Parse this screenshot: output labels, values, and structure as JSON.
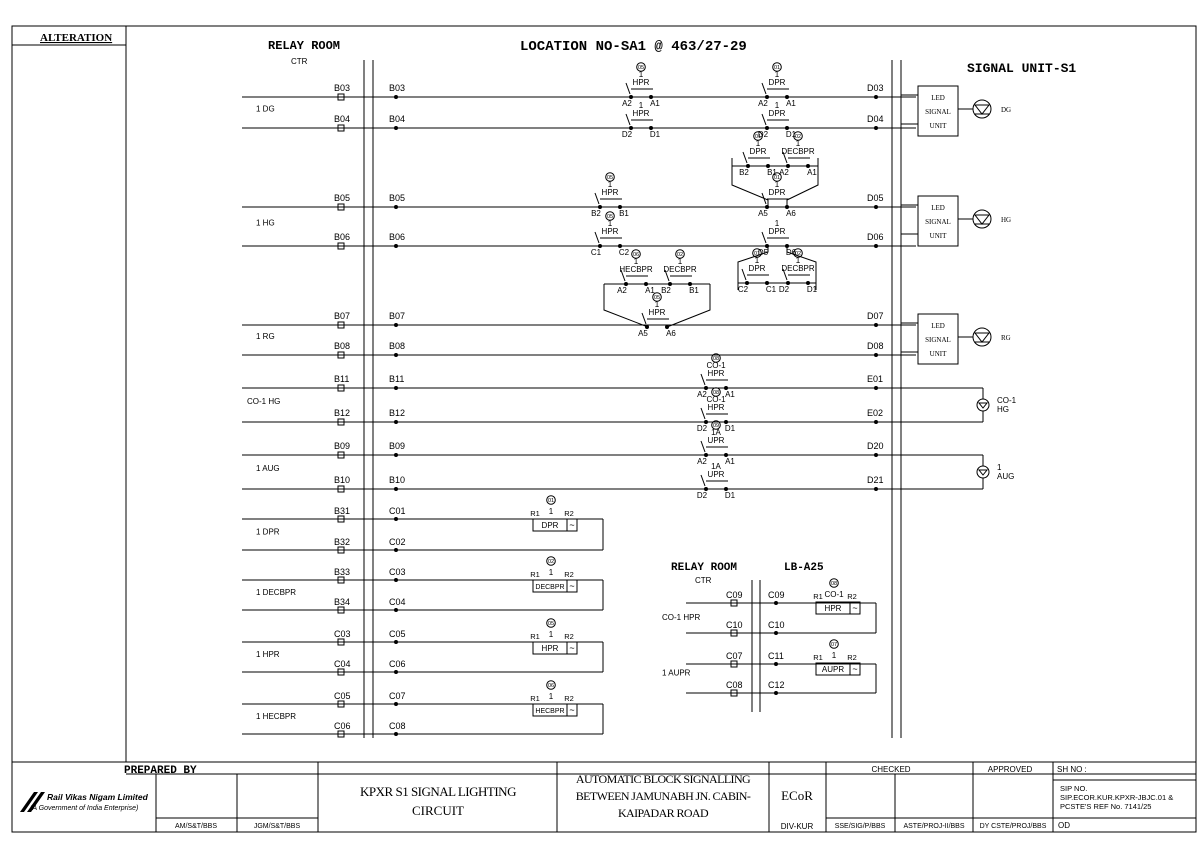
{
  "header": {
    "alteration": "ALTERATION",
    "relay_room_1": "RELAY ROOM",
    "ctr_1": "CTR",
    "location": "LOCATION NO-SA1 @ 463/27-29",
    "signal_unit": "SIGNAL UNIT-S1"
  },
  "rows": [
    {
      "label": "1 DG",
      "t1": [
        "B03",
        "B04"
      ],
      "t2": [
        "B03",
        "B04"
      ],
      "tr": [
        "D03",
        "D04"
      ],
      "lamp": "DG"
    },
    {
      "label": "1 HG",
      "t1": [
        "B05",
        "B06"
      ],
      "t2": [
        "B05",
        "B06"
      ],
      "tr": [
        "D05",
        "D06"
      ],
      "lamp": "HG"
    },
    {
      "label": "1 RG",
      "t1": [
        "B07",
        "B08"
      ],
      "t2": [
        "B07",
        "B08"
      ],
      "tr": [
        "D07",
        "D08"
      ],
      "lamp": "RG"
    },
    {
      "label": "CO-1 HG",
      "t1": [
        "B11",
        "B12"
      ],
      "t2": [
        "B11",
        "B12"
      ],
      "tr": [
        "E01",
        "E02"
      ],
      "lamp": "CO-1 HG"
    },
    {
      "label": "1 AUG",
      "t1": [
        "B09",
        "B10"
      ],
      "t2": [
        "B09",
        "B10"
      ],
      "tr": [
        "D20",
        "D21"
      ],
      "lamp": "1 AUG"
    }
  ],
  "led_unit": [
    "LED",
    "SIGNAL",
    "UNIT"
  ],
  "contacts": {
    "c01": {
      "num": "1",
      "name": "HPR",
      "a": "A2",
      "b": "A1",
      "tag": "05"
    },
    "c02": {
      "num": "1",
      "name": "DPR",
      "a": "A2",
      "b": "A1",
      "tag": "01"
    },
    "c03": {
      "num": "1",
      "name": "HPR",
      "a": "D2",
      "b": "D1",
      "tag": "05"
    },
    "c04": {
      "num": "1",
      "name": "DPR",
      "a": "D2",
      "b": "D1",
      "tag": "01"
    },
    "c05": {
      "num": "1",
      "name": "DPR",
      "a": "B2",
      "b": "B1",
      "tag": "01"
    },
    "c06": {
      "num": "1",
      "name": "DECBPR",
      "a": "A2",
      "b": "A1",
      "tag": "02"
    },
    "c07": {
      "num": "1",
      "name": "HPR",
      "a": "B2",
      "b": "B1",
      "tag": "05"
    },
    "c08": {
      "num": "1",
      "name": "DPR",
      "a": "A5",
      "b": "A6",
      "tag": "01"
    },
    "c09": {
      "num": "1",
      "name": "HPR",
      "a": "C1",
      "b": "C2",
      "tag": "05"
    },
    "c10": {
      "num": "1",
      "name": "DPR",
      "a": "D5",
      "b": "D6",
      "tag": "01"
    },
    "c11": {
      "num": "1",
      "name": "HECBPR",
      "a": "A2",
      "b": "A1",
      "tag": "06"
    },
    "c12": {
      "num": "1",
      "name": "DECBPR",
      "a": "B2",
      "b": "B1",
      "tag": "02"
    },
    "c13": {
      "num": "1",
      "name": "DPR",
      "a": "C2",
      "b": "C1",
      "tag": "01"
    },
    "c14": {
      "num": "1",
      "name": "DECBPR",
      "a": "D2",
      "b": "D1",
      "tag": "02"
    },
    "c15": {
      "num": "1",
      "name": "HPR",
      "a": "A5",
      "b": "A6",
      "tag": "05"
    },
    "c16": {
      "num": "CO-1",
      "name": "HPR",
      "a": "A2",
      "b": "A1",
      "tag": "08"
    },
    "c17": {
      "num": "CO-1",
      "name": "HPR",
      "a": "D2",
      "b": "D1",
      "tag": "08"
    },
    "c18": {
      "num": "1A",
      "name": "UPR",
      "a": "A2",
      "b": "A1",
      "tag": "09"
    },
    "c19": {
      "num": "1A",
      "name": "UPR",
      "a": "D2",
      "b": "D1",
      "tag": "09"
    }
  },
  "relays": [
    {
      "label": "1 DPR",
      "t1": [
        "B31",
        "B32"
      ],
      "t2": [
        "C01",
        "C02"
      ],
      "num": "1",
      "name": "DPR",
      "tag": "01"
    },
    {
      "label": "1 DECBPR",
      "t1": [
        "B33",
        "B34"
      ],
      "t2": [
        "C03",
        "C04"
      ],
      "num": "1",
      "name": "DECBPR",
      "tag": "02"
    },
    {
      "label": "1 HPR",
      "t1": [
        "C03",
        "C04"
      ],
      "t2": [
        "C05",
        "C06"
      ],
      "num": "1",
      "name": "HPR",
      "tag": "05"
    },
    {
      "label": "1 HECBPR",
      "t1": [
        "C05",
        "C06"
      ],
      "t2": [
        "C07",
        "C08"
      ],
      "num": "1",
      "name": "HECBPR",
      "tag": "06"
    }
  ],
  "relay_room_2": {
    "title": "RELAY ROOM",
    "sub": "LB-A25",
    "ctr": "CTR",
    "rows": [
      {
        "label": "CO-1 HPR",
        "t1": [
          "C09",
          "C10"
        ],
        "t2": [
          "C09",
          "C10"
        ],
        "num": "CO-1",
        "name": "HPR",
        "tag": "08"
      },
      {
        "label": "1 AUPR",
        "t1": [
          "C07",
          "C08"
        ],
        "t2": [
          "C11",
          "C12"
        ],
        "num": "1",
        "name": "AUPR",
        "tag": "07"
      }
    ]
  },
  "coil_terms": {
    "r1": "R1",
    "r2": "R2"
  },
  "title_block": {
    "prepared_by": "PREPARED BY",
    "company": "Rail Vikas Nigam Limited",
    "company_sub": "(A Government of India Enterprise)",
    "sig1": "AM/S&T/BBS",
    "sig2": "JGM/S&T/BBS",
    "drawing_title_1": "KPXR S1 SIGNAL LIGHTING",
    "drawing_title_2": "CIRCUIT",
    "project_1": "AUTOMATIC BLOCK SIGNALLING",
    "project_2": "BETWEEN JAMUNABH JN. CABIN-",
    "project_3": "KAIPADAR ROAD",
    "ecor": "ECoR",
    "div": "DIV-KUR",
    "checked": "CHECKED",
    "approved": "APPROVED",
    "sh_no": "SH NO :",
    "sip_1": "SIP NO.",
    "sip_2": "SIP.ECOR.KUR.KPXR-JBJC.01 &",
    "sip_3": "PCSTE'S REF No. 7141/25",
    "od": "OD",
    "chk1": "SSE/SIG/P/BBS",
    "chk2": "ASTE/PROJ-II/BBS",
    "chk3": "DY CSTE/PROJ/BBS"
  }
}
